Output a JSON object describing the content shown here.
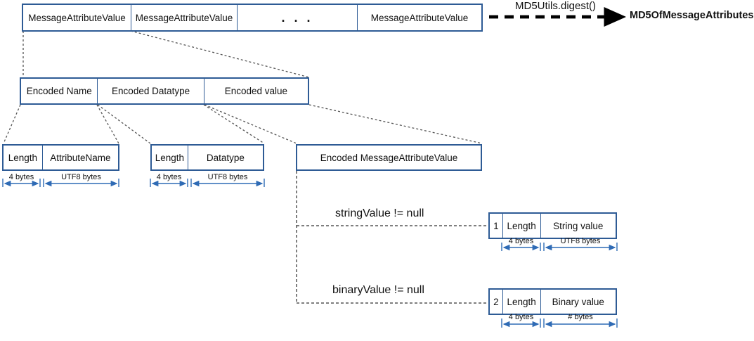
{
  "diagram": {
    "title": "MD5 of Message Attributes encoding structure",
    "colors": {
      "box_border": "#2e5b95",
      "dim_arrow": "#2f6bb5",
      "connector": "#555555",
      "text": "#111111"
    },
    "row_top": {
      "name": "message-attribute-value-list",
      "cells": [
        {
          "label": "MessageAttributeValue"
        },
        {
          "label": "MessageAttributeValue"
        },
        {
          "label": ". . ."
        },
        {
          "label": "MessageAttributeValue"
        }
      ]
    },
    "digest": {
      "arrow_label": "MD5Utils.digest()",
      "output_label": "MD5OfMessageAttributes"
    },
    "row_encoded": {
      "name": "encoded-attribute-parts",
      "cells": [
        {
          "label": "Encoded Name"
        },
        {
          "label": "Encoded Datatype"
        },
        {
          "label": "Encoded value"
        }
      ]
    },
    "encoded_name_detail": {
      "cells": [
        {
          "label": "Length"
        },
        {
          "label": "AttributeName"
        }
      ],
      "dims": [
        {
          "label": "4 bytes"
        },
        {
          "label": "UTF8 bytes"
        }
      ]
    },
    "encoded_datatype_detail": {
      "cells": [
        {
          "label": "Length"
        },
        {
          "label": "Datatype"
        }
      ],
      "dims": [
        {
          "label": "4 bytes"
        },
        {
          "label": "UTF8 bytes"
        }
      ]
    },
    "encoded_value_detail": {
      "cells": [
        {
          "label": "Encoded MessageAttributeValue"
        }
      ]
    },
    "branches": [
      {
        "name": "string-value-branch",
        "condition": "stringValue != null",
        "cells": [
          {
            "label": "1"
          },
          {
            "label": "Length"
          },
          {
            "label": "String value"
          }
        ],
        "dims": [
          {
            "label": "4 bytes"
          },
          {
            "label": "UTF8 bytes"
          }
        ]
      },
      {
        "name": "binary-value-branch",
        "condition": "binaryValue != null",
        "cells": [
          {
            "label": "2"
          },
          {
            "label": "Length"
          },
          {
            "label": "Binary value"
          }
        ],
        "dims": [
          {
            "label": "4 bytes"
          },
          {
            "label": "# bytes"
          }
        ]
      }
    ]
  }
}
